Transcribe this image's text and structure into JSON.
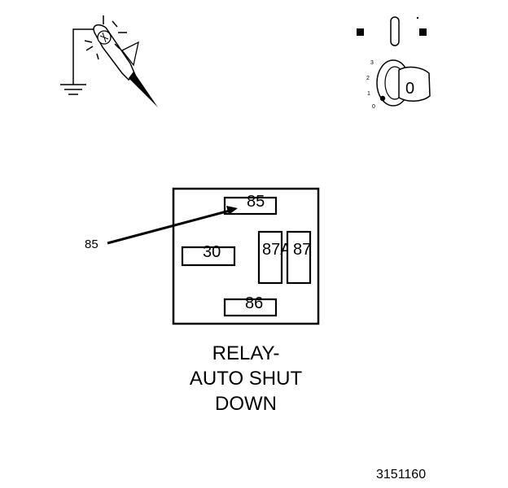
{
  "relay": {
    "pins": {
      "p85": "85",
      "p30": "30",
      "p87a": "87A",
      "p87": "87",
      "p86": "86"
    },
    "callout": "85",
    "caption": [
      "RELAY-",
      "AUTO SHUT",
      "DOWN"
    ]
  },
  "ignition": {
    "positions": [
      "3",
      "2",
      "1",
      "0"
    ],
    "key_label": "0"
  },
  "icons": {
    "test_light": "test-light-probe-icon",
    "ground": "ground-symbol-icon",
    "ignition": "ignition-switch-key-icon"
  },
  "figure_id": "3151160"
}
